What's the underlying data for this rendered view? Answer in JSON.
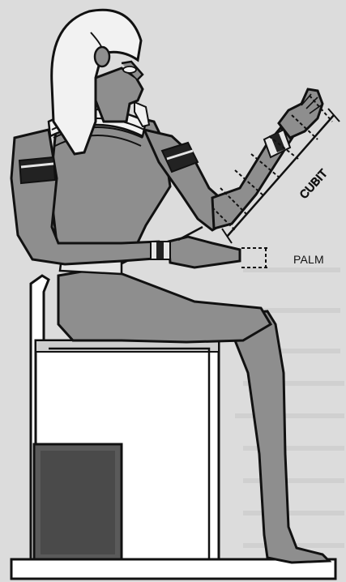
{
  "diagram": {
    "labels": {
      "cubit": "CUBIT",
      "palm": "PALM"
    },
    "colors": {
      "page": "#dcdcdc",
      "background_text_shade": "#c9c9c9",
      "body": "#8e8e8e",
      "body_dark": "#7b7b7b",
      "headdress": "#f2f2f2",
      "outline": "#111111",
      "band_dark": "#222222",
      "throne": "#ffffff",
      "throne_panel": "#5a5a5a",
      "measure": "#111111"
    },
    "icon_names": [
      "seated-figure",
      "throne",
      "measurement-lines"
    ]
  }
}
